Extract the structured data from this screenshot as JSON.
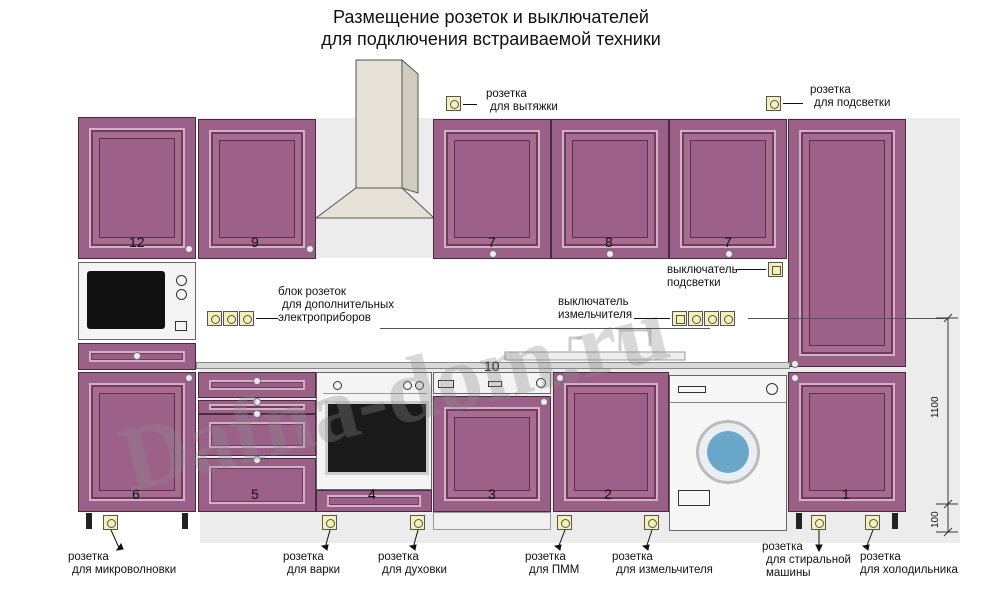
{
  "title": {
    "line1": "Размещение розеток и выключателей",
    "line2": "для подключения встраиваемой техники"
  },
  "watermark": "Dafna-dom.ru",
  "cabinet_numbers": {
    "upper_12": "12",
    "upper_9": "9",
    "upper_7a": "7",
    "upper_8": "8",
    "upper_7b": "7",
    "counter_10": "10",
    "lower_6": "6",
    "lower_5": "5",
    "lower_4": "4",
    "lower_3": "3",
    "lower_2": "2",
    "lower_1": "1"
  },
  "labels": {
    "hood": {
      "l1": "розетка",
      "l2": "для вытяжки"
    },
    "light": {
      "l1": "розетка",
      "l2": "для подсветки"
    },
    "switch_light": {
      "l1": "выключатель",
      "l2": "подсветки"
    },
    "block": {
      "l1": "блок розеток",
      "l2": "для дополнительных",
      "l3": "электроприборов"
    },
    "switch_grinder": {
      "l1": "выключатель",
      "l2": "измельчителя"
    },
    "microwave": {
      "l1": "розетка",
      "l2": "для микроволновки"
    },
    "hob": {
      "l1": "розетка",
      "l2": "для варки"
    },
    "oven": {
      "l1": "розетка",
      "l2": "для духовки"
    },
    "dishwasher": {
      "l1": "розетка",
      "l2": "для ПММ"
    },
    "grinder": {
      "l1": "розетка",
      "l2": "для измельчителя"
    },
    "washer": {
      "l1": "розетка",
      "l2": "для стиральной",
      "l3": "машины"
    },
    "fridge": {
      "l1": "розетка",
      "l2": "для холодильника"
    }
  },
  "dimensions": {
    "height_1100": "1100",
    "height_100": "100"
  },
  "colors": {
    "cabinet": "#9b6088",
    "cabinet_frame": "#d6b0c6",
    "socket": "#f4f0b8",
    "wall_shadow": "#e6e6e6"
  }
}
